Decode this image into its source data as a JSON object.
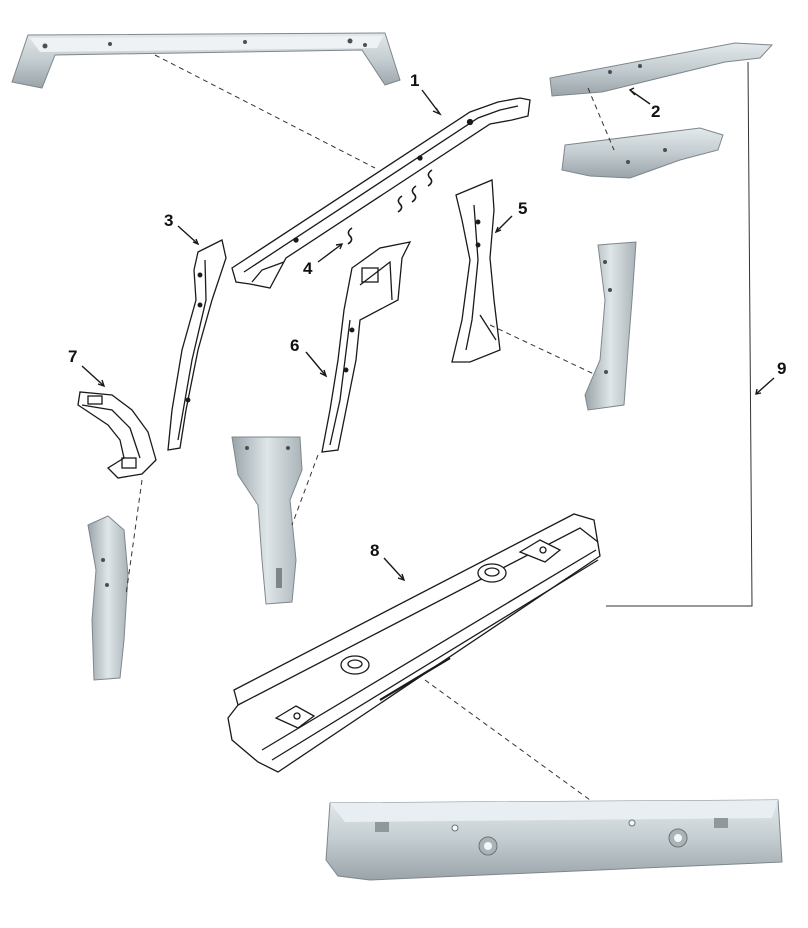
{
  "diagram": {
    "callouts": [
      {
        "id": "1",
        "label": "1"
      },
      {
        "id": "2",
        "label": "2"
      },
      {
        "id": "3",
        "label": "3"
      },
      {
        "id": "4",
        "label": "4"
      },
      {
        "id": "5",
        "label": "5"
      },
      {
        "id": "6",
        "label": "6"
      },
      {
        "id": "7",
        "label": "7"
      },
      {
        "id": "8",
        "label": "8"
      },
      {
        "id": "9",
        "label": "9"
      }
    ],
    "colors": {
      "line_art": "#1a1a1a",
      "photo_metal": "#c9d2d6",
      "photo_metal_dark": "#8e989d",
      "leader": "#333333"
    }
  }
}
